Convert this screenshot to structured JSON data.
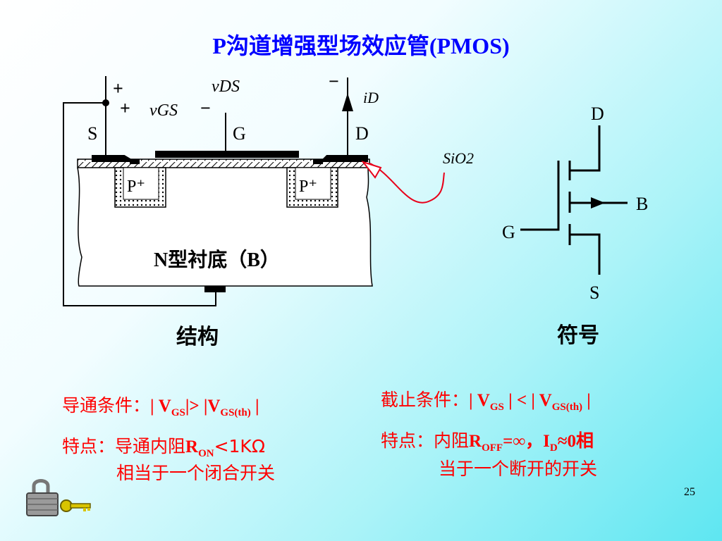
{
  "title": "P沟道增强型场效应管(PMOS)",
  "structure": {
    "caption": "结构",
    "source_label": "S",
    "gate_label": "G",
    "drain_label": "D",
    "vds_label": "vDS",
    "vgs_label": "vGS",
    "id_label": "iD",
    "plus_1": "+",
    "plus_2": "+",
    "minus_1": "−",
    "minus_2": "−",
    "p_plus_left": "P⁺",
    "p_plus_right": "P⁺",
    "oxide_label": "SiO2",
    "substrate_label": "N型衬底（B）"
  },
  "symbol": {
    "caption": "符号",
    "d": "D",
    "g": "G",
    "s": "S",
    "b": "B"
  },
  "conduction": {
    "condition_prefix": "导通条件：",
    "condition_expr_a": "| V",
    "condition_sub_a": "GS",
    "condition_expr_b": "|> |V",
    "condition_sub_b": "GS(th)",
    "condition_expr_c": " |",
    "feature_prefix": "特点：导通内阻",
    "feature_r": "R",
    "feature_sub": "ON",
    "feature_value": "<1KΩ",
    "feature_line2": "相当于一个闭合开关"
  },
  "cutoff": {
    "condition_prefix": "截止条件：",
    "condition_expr_a": "| V",
    "condition_sub_a": "GS",
    "condition_expr_b": " | < | V",
    "condition_sub_b": "GS(th)",
    "condition_expr_c": " |",
    "feature_prefix": "特点：内阻",
    "feature_r": "R",
    "feature_sub": "OFF",
    "feature_value": "=∞，I",
    "feature_sub2": "D",
    "feature_tail": "≈0相",
    "feature_line2": "当于一个断开的开关"
  },
  "page_number": "25",
  "colors": {
    "title": "#0000ff",
    "text": "#ff0000",
    "oxide_arrow": "#e8001a"
  }
}
